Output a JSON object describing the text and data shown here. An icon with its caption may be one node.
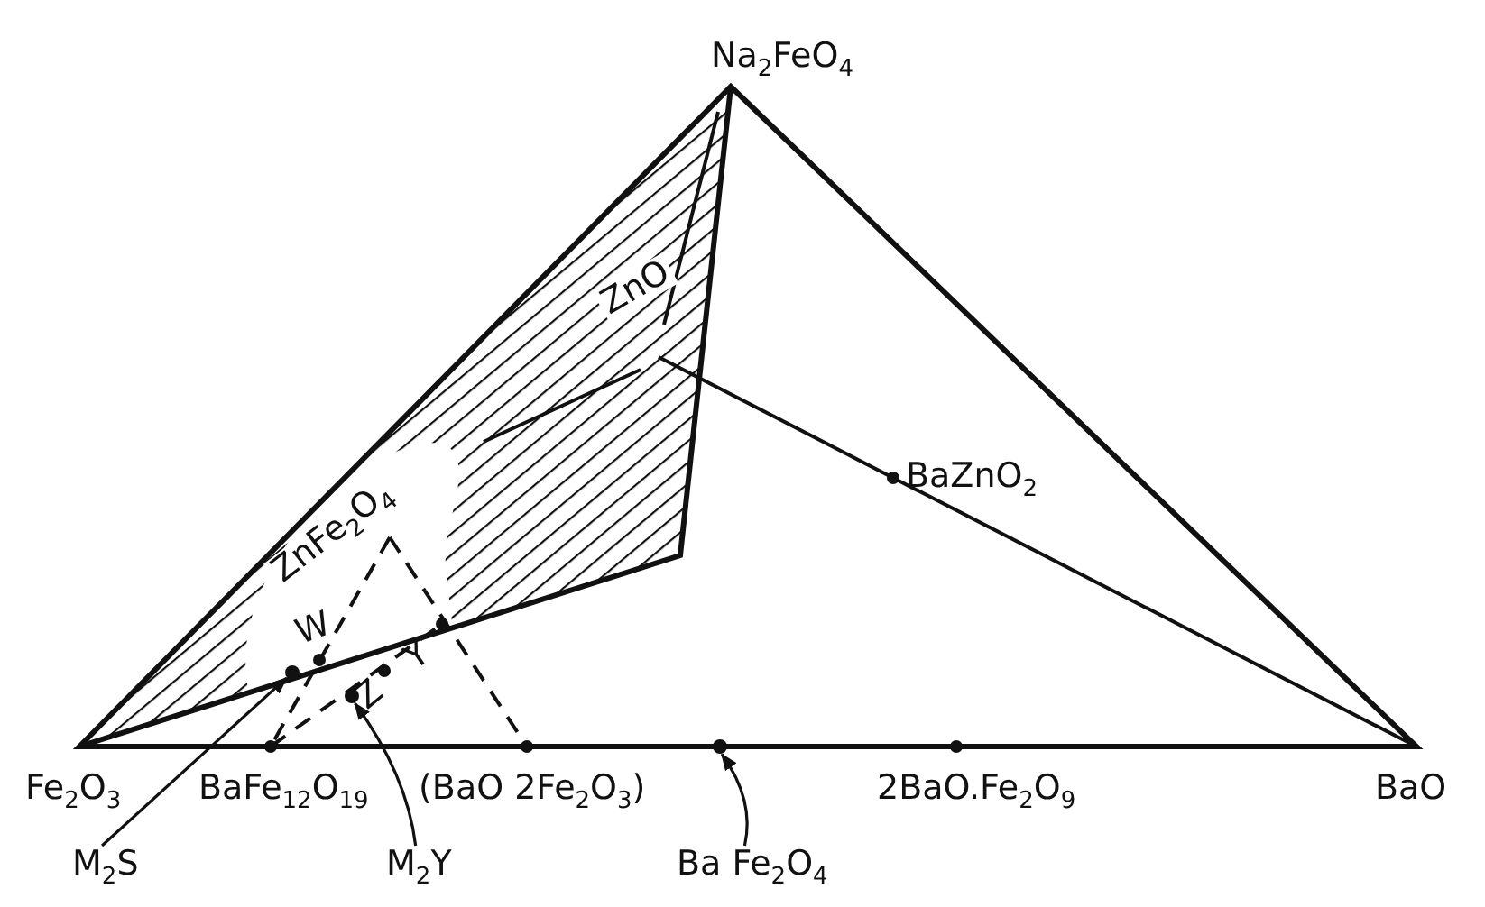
{
  "diagram": {
    "nodes": [
      {
        "text": [
          "M$_{2}$S"
        ]
      },
      {
        "text": [],
        "shape": "circle"
      },
      {
        "text": [
          "M$_{2}$Y"
        ]
      },
      {
        "text": [],
        "shape": "circle"
      },
      {
        "text": [
          "Ba Fe$_{2}$O$_{4}$"
        ]
      },
      {
        "text": [],
        "shape": "circle"
      }
    ],
    "edges": [
      {
        "from": 0,
        "to": 1,
        "arrow": "to"
      },
      {
        "from": 2,
        "to": 3,
        "arrow": "to"
      },
      {
        "from": 4,
        "to": 5,
        "arrow": "to"
      }
    ],
    "labels": [
      "Na$_{2}$FeO$_{4}$",
      "ZnO",
      "BaZnO$_{2}$",
      "ZnFe$_{2}$O$_{4}$",
      "W",
      "Z",
      "Y",
      "Fe$_{2}$O$_{3}$",
      "BaFe$_{12}$O$_{19}$",
      "(BaO 2Fe$_{2}$O$_{3}$)",
      "2BaO.Fe$_{2}$O$_{9}$",
      "BaO"
    ]
  }
}
